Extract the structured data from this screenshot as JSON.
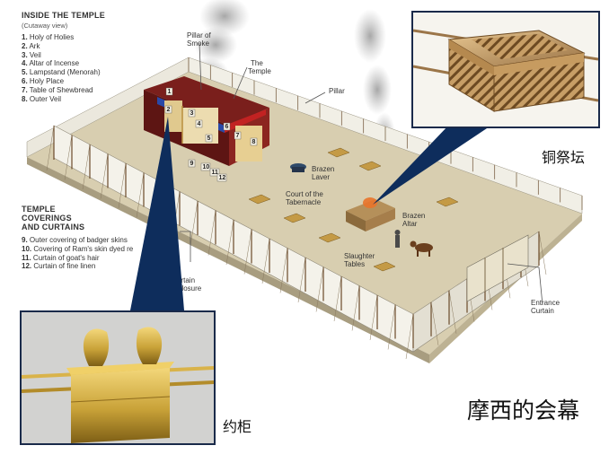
{
  "legend_temple": {
    "heading": "INSIDE THE TEMPLE",
    "subtitle": "(Cutaway view)",
    "items": [
      {
        "num": "1.",
        "text": "Holy of Holies"
      },
      {
        "num": "2.",
        "text": "Ark"
      },
      {
        "num": "3.",
        "text": "Veil"
      },
      {
        "num": "4.",
        "text": "Altar of Incense"
      },
      {
        "num": "5.",
        "text": "Lampstand (Menorah)"
      },
      {
        "num": "6.",
        "text": "Holy Place"
      },
      {
        "num": "7.",
        "text": "Table of Shewbread"
      },
      {
        "num": "8.",
        "text": "Outer Veil"
      }
    ]
  },
  "legend_coverings": {
    "heading_lines": [
      "TEMPLE",
      "COVERINGS",
      "AND CURTAINS"
    ],
    "items": [
      {
        "num": "9.",
        "text": "Outer covering of badger skins"
      },
      {
        "num": "10.",
        "text": "Covering of Ram's skin dyed re"
      },
      {
        "num": "11.",
        "text": "Curtain of goat's hair"
      },
      {
        "num": "12.",
        "text": "Curtain of fine linen"
      }
    ]
  },
  "diagram_labels": {
    "pillar_of_smoke": [
      "Pillar of",
      "Smoke"
    ],
    "the_temple": [
      "The",
      "Temple"
    ],
    "pillar": "Pillar",
    "brazen_laver": [
      "Brazen",
      "Laver"
    ],
    "court": [
      "Court of the",
      "Tabernacle"
    ],
    "brazen_altar": [
      "Brazen",
      "Altar"
    ],
    "slaughter_tables": [
      "Slaughter",
      "Tables"
    ],
    "curtain_enclosure": [
      "urtain",
      "nclosure"
    ],
    "entrance_curtain": [
      "Entrance",
      "Curtain"
    ]
  },
  "temple_numbers": [
    "1",
    "2",
    "3",
    "4",
    "5",
    "6",
    "7",
    "8",
    "9",
    "10",
    "11",
    "12"
  ],
  "inset_altar_caption": "铜祭坛",
  "inset_ark_caption": "约柜",
  "main_title": "摩西的会幕",
  "colors": {
    "inset_border": "#1a2a4a",
    "ground": "#d8ceb0",
    "curtain": "#f1efe6",
    "roof": "#7a1f1c",
    "gold": "#c9a238"
  }
}
